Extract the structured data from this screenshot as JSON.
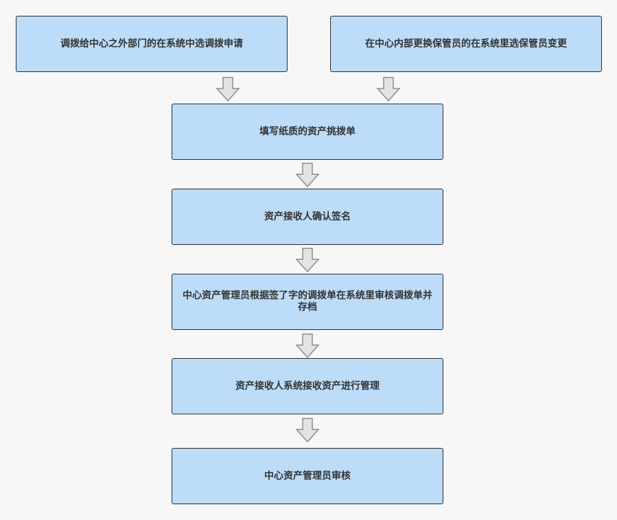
{
  "diagram": {
    "nodes": [
      {
        "id": "n1",
        "text": "调拨给中心之外部门的在系统中选调拨申请"
      },
      {
        "id": "n2",
        "text": "在中心内部更换保管员的在系统里选保管员变更"
      },
      {
        "id": "n3",
        "text": "填写纸质的资产挑拨单"
      },
      {
        "id": "n4",
        "text": "资产接收人确认签名"
      },
      {
        "id": "n5",
        "text": "中心资产管理员根据签了字的调拨单在系统里审核调拨单并存档"
      },
      {
        "id": "n6",
        "text": "资产接收人系统接收资产进行管理"
      },
      {
        "id": "n7",
        "text": "中心资产管理员审核"
      }
    ],
    "edges": [
      {
        "from": "n1",
        "to": "n3"
      },
      {
        "from": "n2",
        "to": "n3"
      },
      {
        "from": "n3",
        "to": "n4"
      },
      {
        "from": "n4",
        "to": "n5"
      },
      {
        "from": "n5",
        "to": "n6"
      },
      {
        "from": "n6",
        "to": "n7"
      }
    ],
    "colors": {
      "node_fill": "#bcdcf8",
      "node_border": "#2b2b2b",
      "arrow_fill": "#e3e3e3",
      "arrow_stroke": "#8c8c8c",
      "background": "#f7f7f7"
    },
    "arrow_icon": "block-down-arrow-icon"
  }
}
